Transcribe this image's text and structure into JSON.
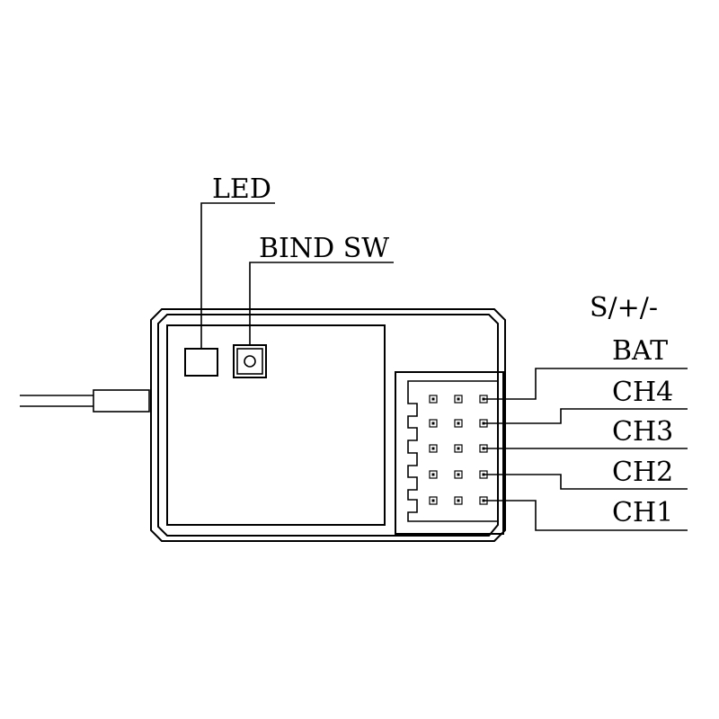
{
  "labels": {
    "led": "LED",
    "bind_sw": "BIND SW",
    "pin_order": "S/+/-",
    "bat": "BAT",
    "ch4": "CH4",
    "ch3": "CH3",
    "ch2": "CH2",
    "ch1": "CH1"
  },
  "colors": {
    "line": "#000000",
    "background": "#ffffff"
  }
}
